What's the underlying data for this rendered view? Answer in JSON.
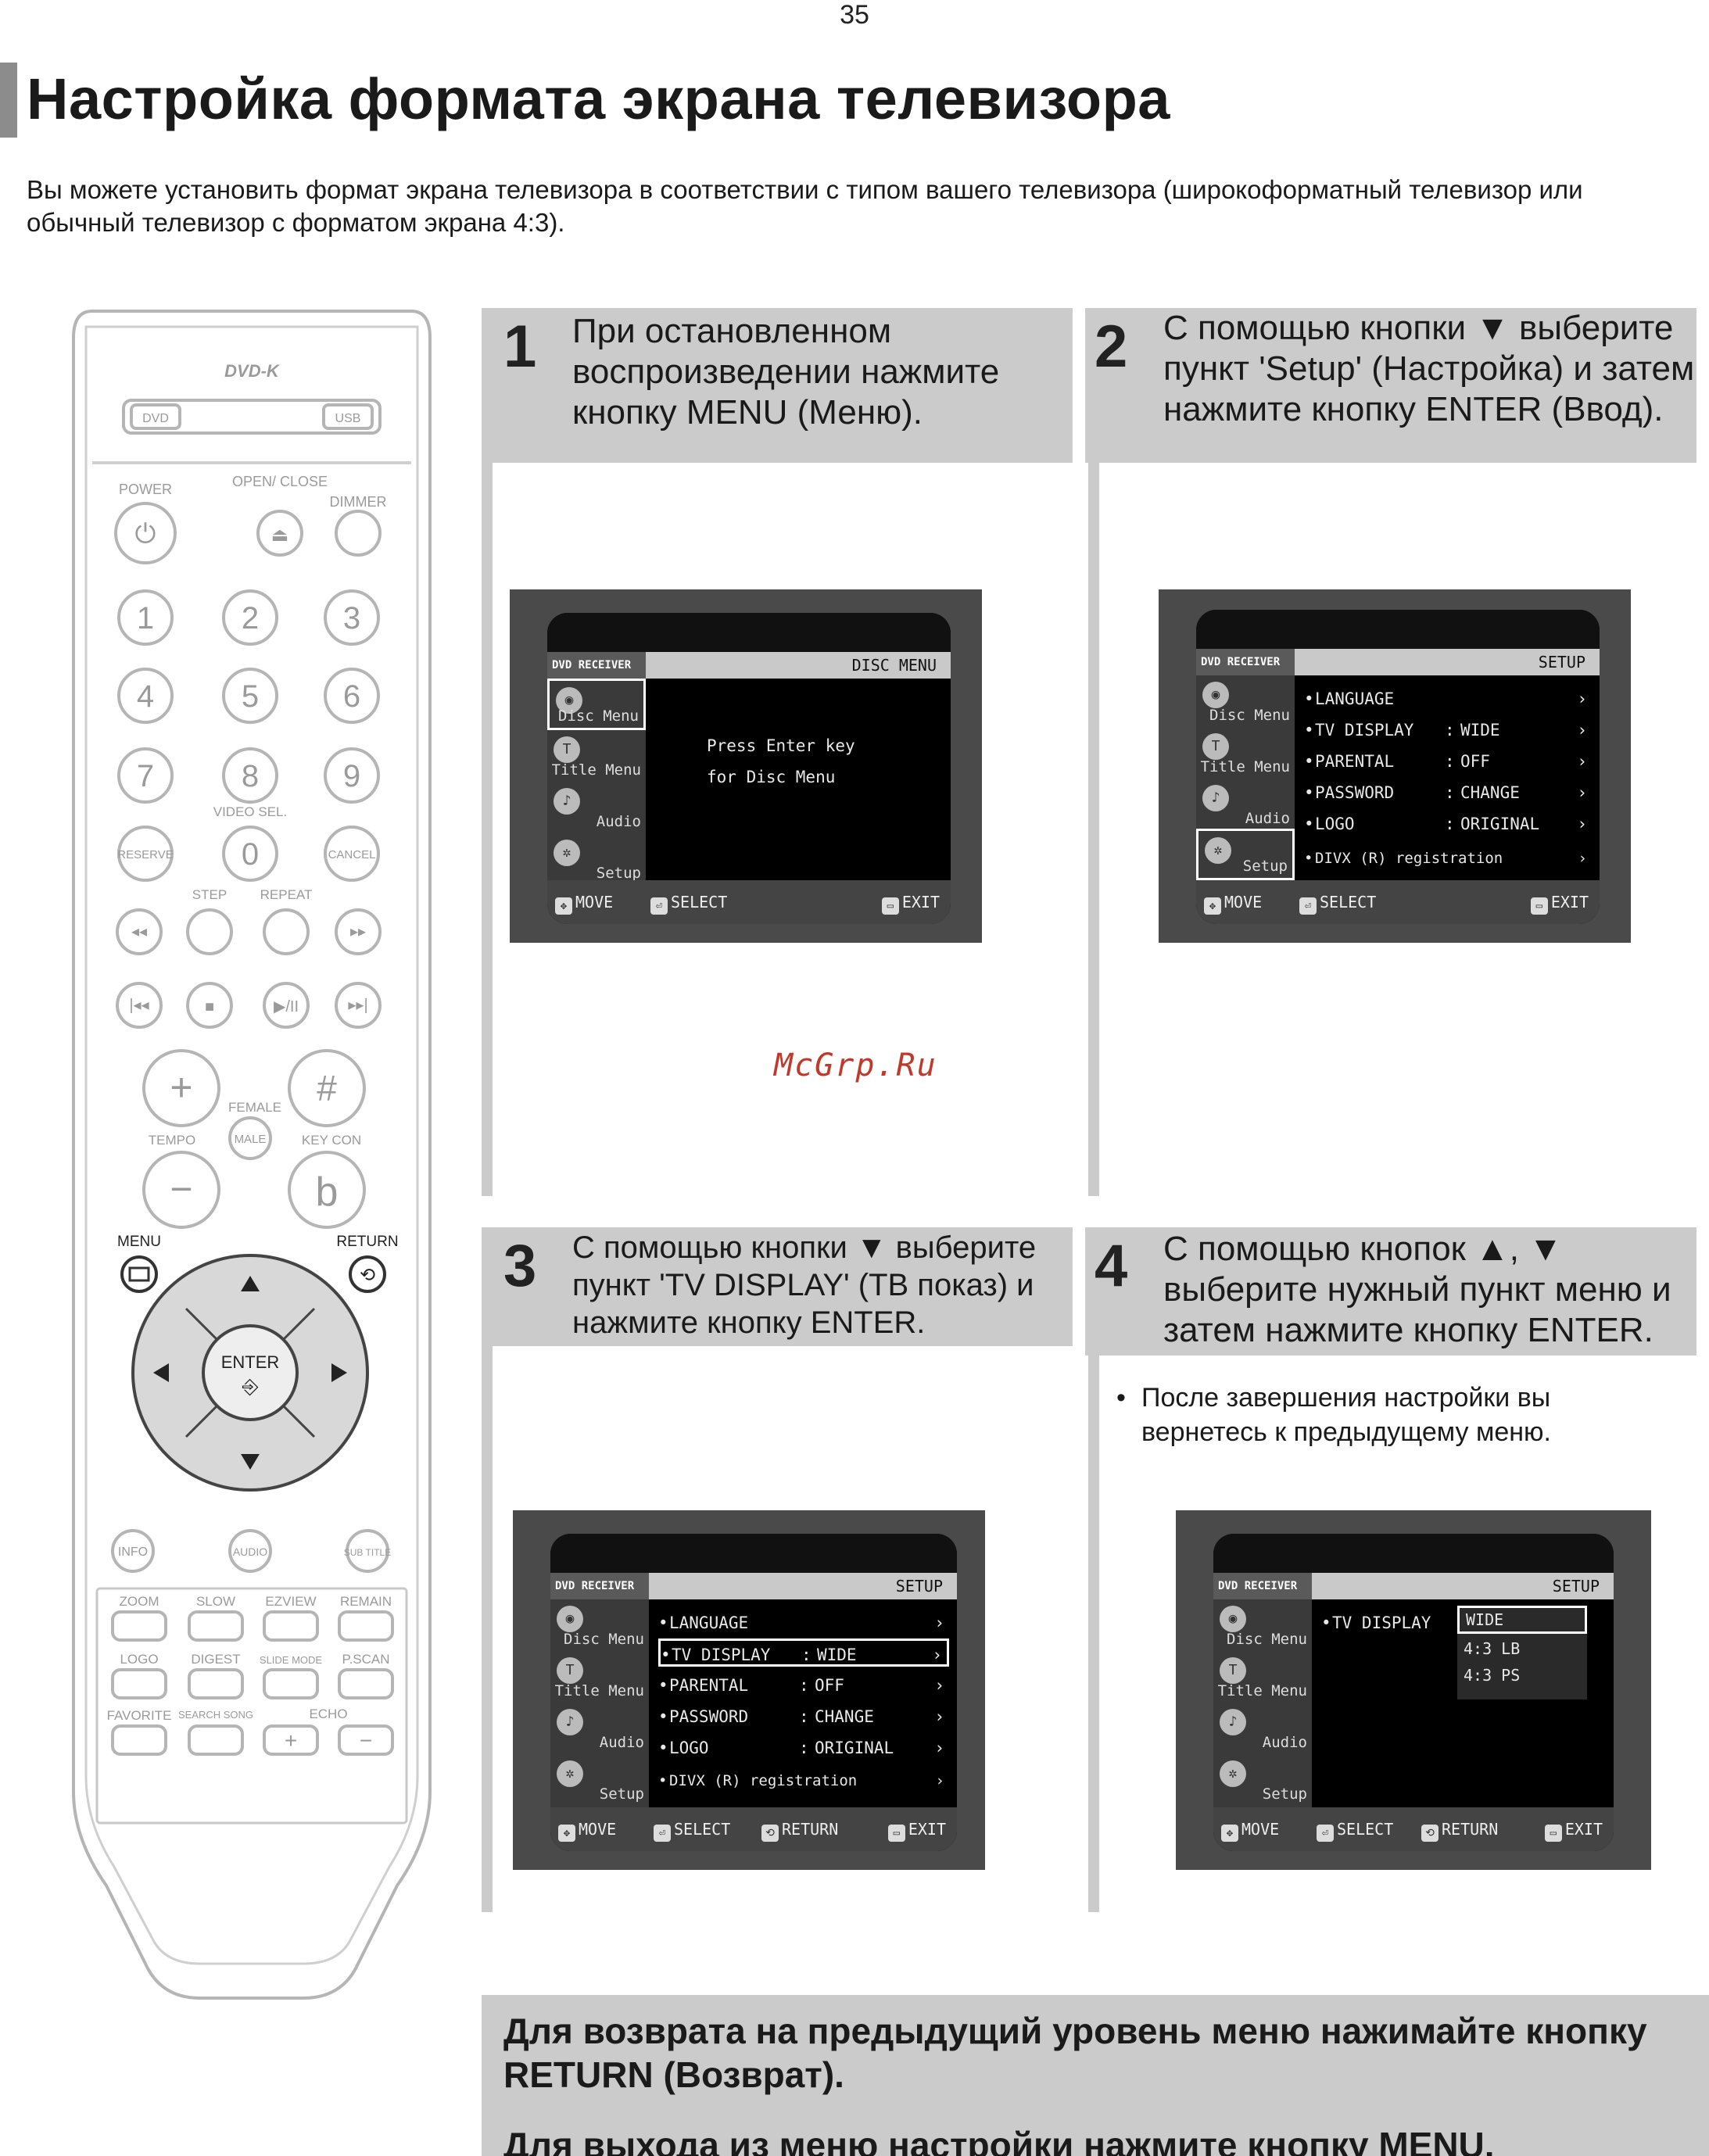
{
  "page": {
    "number": "35",
    "title": "Настройка формата экрана телевизора",
    "intro": "Вы можете установить формат экрана телевизора в соответствии с типом вашего телевизора (широкоформатный телевизор или обычный телевизор с форматом экрана 4:3)."
  },
  "remote": {
    "brand": "DVD-K",
    "mode_dvd": "DVD",
    "mode_usb": "USB",
    "power": "POWER",
    "open_close": "OPEN/ CLOSE",
    "dimmer": "DIMMER",
    "digits": [
      "1",
      "2",
      "3",
      "4",
      "5",
      "6",
      "7",
      "8",
      "9",
      "0"
    ],
    "video_sel": "VIDEO SEL.",
    "reserve": "RESERVE",
    "cancel": "CANCEL",
    "step": "STEP",
    "repeat": "REPEAT",
    "female": "FEMALE",
    "tempo": "TEMPO",
    "male": "MALE",
    "key_con": "KEY CON",
    "menu": "MENU",
    "return": "RETURN",
    "enter": "ENTER",
    "info": "INFO",
    "audio": "AUDIO",
    "sub_title": "SUB TITLE",
    "zoom": "ZOOM",
    "slow": "SLOW",
    "ezview": "EZVIEW",
    "remain": "REMAIN",
    "logo": "LOGO",
    "digest": "DIGEST",
    "slide_mode": "SLIDE MODE",
    "pscan": "P.SCAN",
    "favorite": "FAVORITE",
    "search_song": "SEARCH SONG",
    "echo": "ECHO"
  },
  "steps": [
    {
      "num": "1",
      "text": "При остановленном воспроизведении нажмите кнопку MENU (Меню)."
    },
    {
      "num": "2",
      "text": "С помощью кнопки ▼ выберите пункт 'Setup' (Настройка) и затем нажмите кнопку ENTER (Ввод)."
    },
    {
      "num": "3",
      "text": "С помощью кнопки ▼ выберите пункт 'TV DISPLAY' (ТВ показ) и нажмите кнопку ENTER."
    },
    {
      "num": "4",
      "text": "С помощью кнопок ▲, ▼ выберите нужный пункт меню и затем нажмите кнопку ENTER."
    }
  ],
  "step4_bullet": "После завершения настройки вы вернетесь к предыдущему меню.",
  "screens": {
    "brand": "DVD RECEIVER",
    "side": {
      "disc_menu": "Disc Menu",
      "title_menu": "Title Menu",
      "audio": "Audio",
      "setup": "Setup"
    },
    "foot": {
      "move": "MOVE",
      "select": "SELECT",
      "return": "RETURN",
      "exit": "EXIT"
    },
    "s1": {
      "heading": "DISC MENU",
      "line1": "Press Enter key",
      "line2": "for Disc Menu"
    },
    "setup_heading": "SETUP",
    "menu": {
      "language": "LANGUAGE",
      "tv_display": "TV DISPLAY",
      "parental": "PARENTAL",
      "password": "PASSWORD",
      "logo": "LOGO",
      "divx": "DIVX (R) registration",
      "wide": "WIDE",
      "off": "OFF",
      "change": "CHANGE",
      "original": "ORIGINAL"
    },
    "s4_options": [
      "WIDE",
      "4:3 LB",
      "4:3 PS"
    ]
  },
  "watermark": "McGrp.Ru",
  "note": {
    "line1": "Для возврата на предыдущий уровень меню нажимайте кнопку RETURN (Возврат).",
    "line2": "Для выхода из меню настройки нажмите кнопку MENU."
  }
}
